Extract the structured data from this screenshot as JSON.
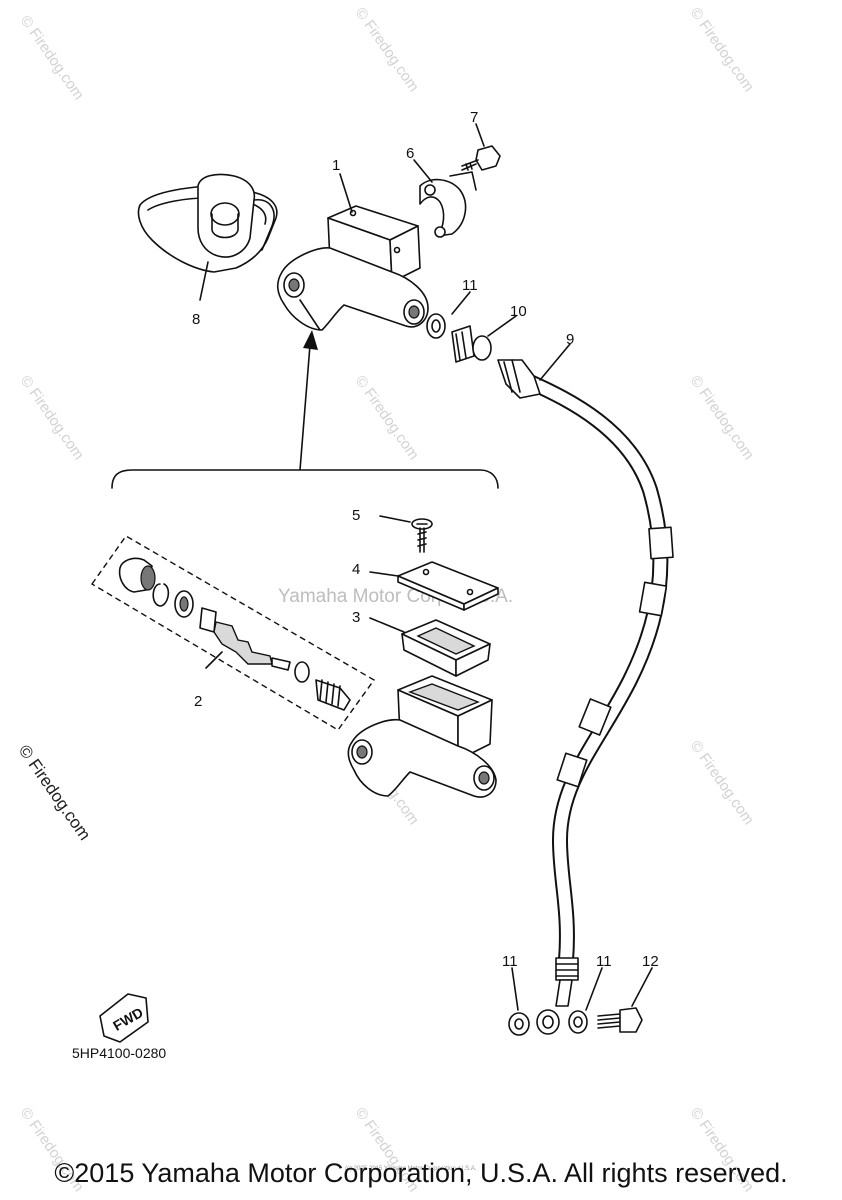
{
  "watermarks": {
    "corner_text": "© Firedog.com",
    "left_text": "© Firedog.com",
    "center_text": "Yamaha Motor Corp. U.S.A."
  },
  "callouts": {
    "c1": "1",
    "c2": "2",
    "c3": "3",
    "c4": "4",
    "c5": "5",
    "c6": "6",
    "c7": "7",
    "c8": "8",
    "c9": "9",
    "c10": "10",
    "c11a": "11",
    "c11b": "11",
    "c11c": "11",
    "c12": "12"
  },
  "fwd_label": "FWD",
  "diagram_code": "5HP4100-0280",
  "small_notice": "(c) 2005-2015 Yamaha Motor Corporation, U.S.A.",
  "copyright": "©2015 Yamaha Motor Corporation, U.S.A. All rights reserved."
}
